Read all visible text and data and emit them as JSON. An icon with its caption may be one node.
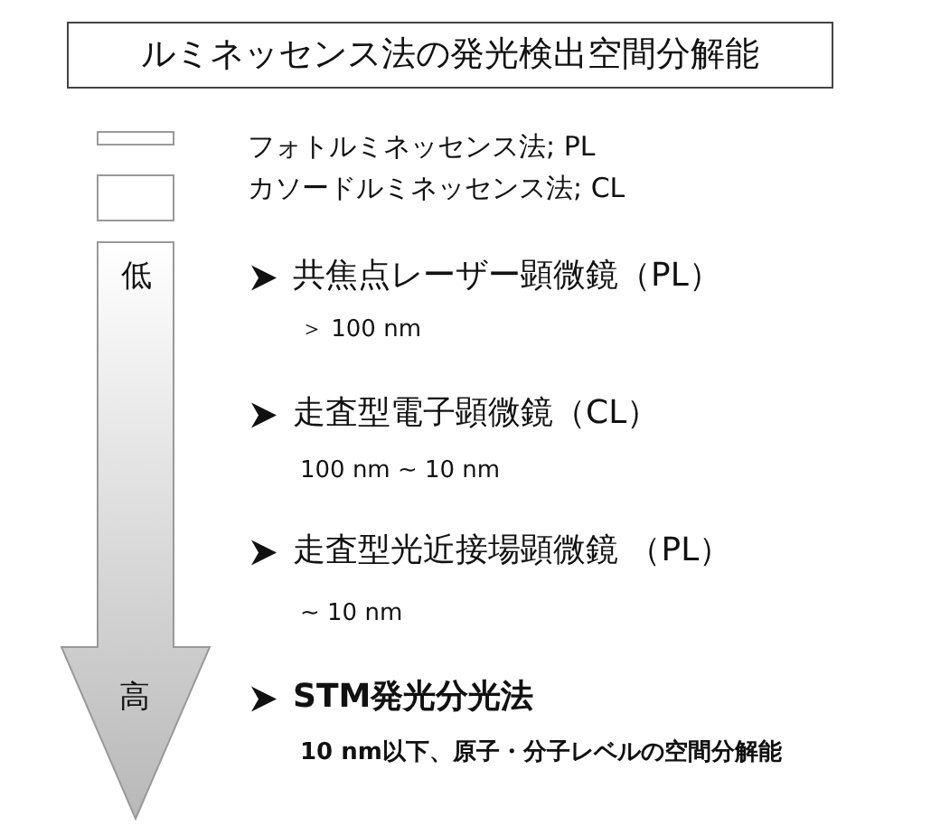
{
  "diagram": {
    "title": "ルミネッセンス法の発光検出空間分解能",
    "labels": [
      "低",
      "共焦点レーザー顕微鏡（PL）",
      "＞ 100 nm",
      "走査型電子顕微鏡（CL）",
      "100 nm ~ 10 nm",
      "走査型光近接場顕微鏡 （PL）",
      "~ 10 nm",
      "高",
      "STM発光分光法",
      "10 nm以下、原子・分子レベルの空間分解能"
    ],
    "legend": [
      {
        "text": "フォトルミネッセンス法; PL"
      },
      {
        "text": "カソードルミネッセンス法; CL"
      }
    ]
  }
}
